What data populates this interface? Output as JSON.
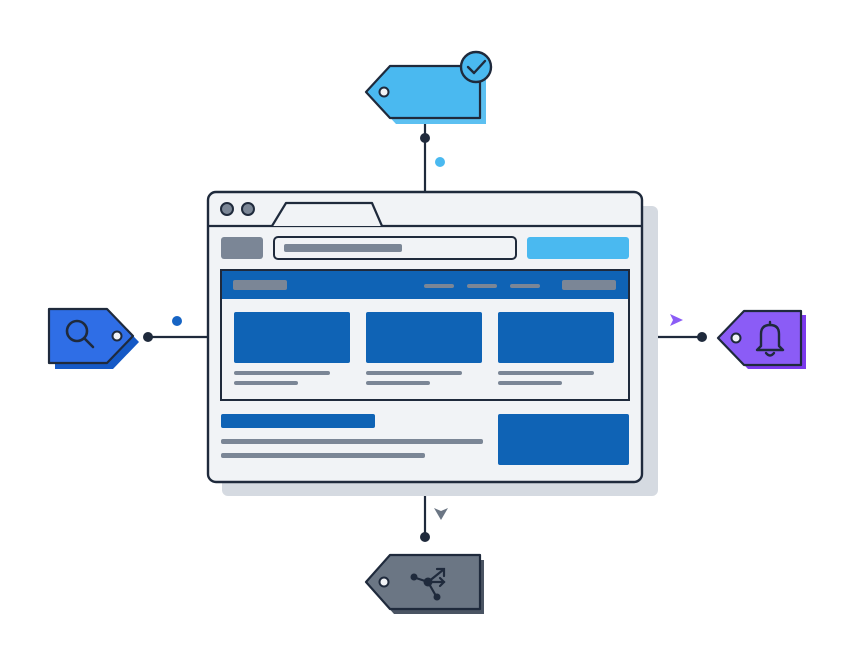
{
  "colors": {
    "outline": "#1f2a3c",
    "window_fill": "#f1f3f6",
    "window_shadow": "#d5dae1",
    "primary_blue": "#0f63b5",
    "light_blue": "#4ab9f0",
    "gray_bar": "#7b8696",
    "violet": "#8b5cf6",
    "dark_gray_tag": "#6b7684",
    "bright_blue_tag": "#2f6ee6"
  },
  "diagram": {
    "center": "browser-window",
    "tags": [
      {
        "position": "top",
        "color": "light_blue",
        "badge": "check-icon"
      },
      {
        "position": "left",
        "color": "bright_blue_tag",
        "icon": "search-icon"
      },
      {
        "position": "right",
        "color": "violet",
        "icon": "bell-icon"
      },
      {
        "position": "bottom",
        "color": "dark_gray_tag",
        "icon": "share-network-icon"
      }
    ]
  }
}
